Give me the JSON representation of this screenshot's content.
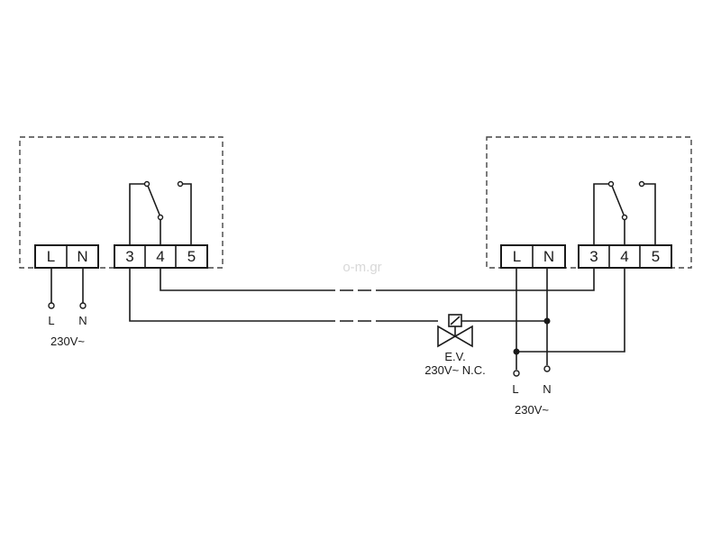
{
  "left_unit": {
    "terminals": [
      "L",
      "N",
      "3",
      "4",
      "5"
    ],
    "supply": {
      "l_label": "L",
      "n_label": "N",
      "voltage": "230V~"
    }
  },
  "right_unit": {
    "terminals": [
      "L",
      "N",
      "3",
      "4",
      "5"
    ],
    "supply": {
      "l_label": "L",
      "n_label": "N",
      "voltage": "230V~"
    }
  },
  "valve": {
    "name": "E.V.",
    "rating": "230V~ N.C."
  },
  "watermark": "o-m.gr",
  "colors": {
    "line": "#1a1a1a",
    "dashed_box": "#444444",
    "watermark": "#d8d8d8"
  }
}
